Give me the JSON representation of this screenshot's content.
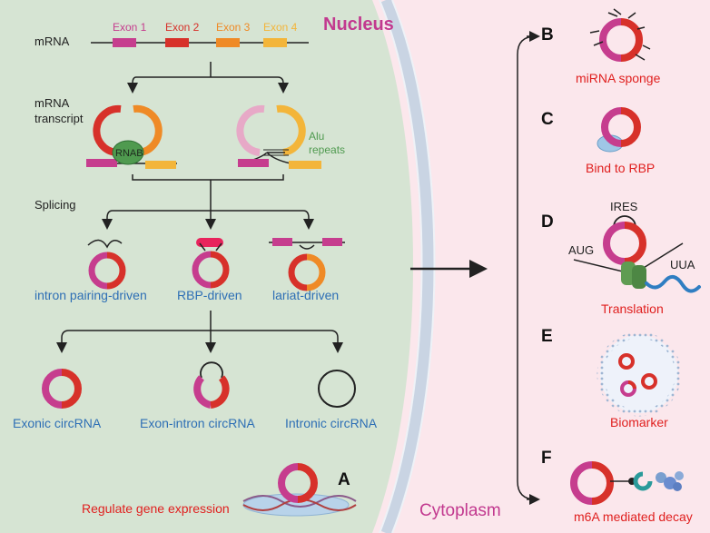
{
  "colors": {
    "magenta": "#c63d8e",
    "red": "#d7312a",
    "orange": "#ef8a26",
    "yellow": "#f3b53a",
    "pink_light": "#e7a9c7",
    "nucleus_bg": "#d6e4d3",
    "cytoplasm_bg": "#fbe7ec",
    "label_blue": "#2e6fb5",
    "label_red": "#e0201f",
    "green_protein": "#6aa859",
    "ribosome": "#4f9a4f"
  },
  "nucleus": {
    "title": "Nucleus",
    "exons": [
      "Exon 1",
      "Exon 2",
      "Exon 3",
      "Exon 4"
    ],
    "mrna_label": "mRNA",
    "transcript_label": [
      "mRNA",
      "transcript"
    ],
    "rnab_label": "RNAB",
    "alu_label": [
      "Alu",
      "repeats"
    ],
    "splicing_label": "Splicing",
    "mechanisms": [
      "intron pairing-driven",
      "RBP-driven",
      "lariat-driven"
    ],
    "circ_types": [
      "Exonic circRNA",
      "Exon-intron circRNA",
      "Intronic circRNA"
    ],
    "panel_a_letter": "A",
    "panel_a_label": "Regulate gene expression"
  },
  "cytoplasm": {
    "title": "Cytoplasm",
    "panels": [
      {
        "letter": "B",
        "label": "miRNA sponge"
      },
      {
        "letter": "C",
        "label": "Bind to RBP"
      },
      {
        "letter": "D",
        "label": "Translation",
        "ires": "IRES",
        "aug": "AUG",
        "uua": "UUA"
      },
      {
        "letter": "E",
        "label": "Biomarker"
      },
      {
        "letter": "F",
        "label": "m6A mediated decay"
      }
    ]
  }
}
